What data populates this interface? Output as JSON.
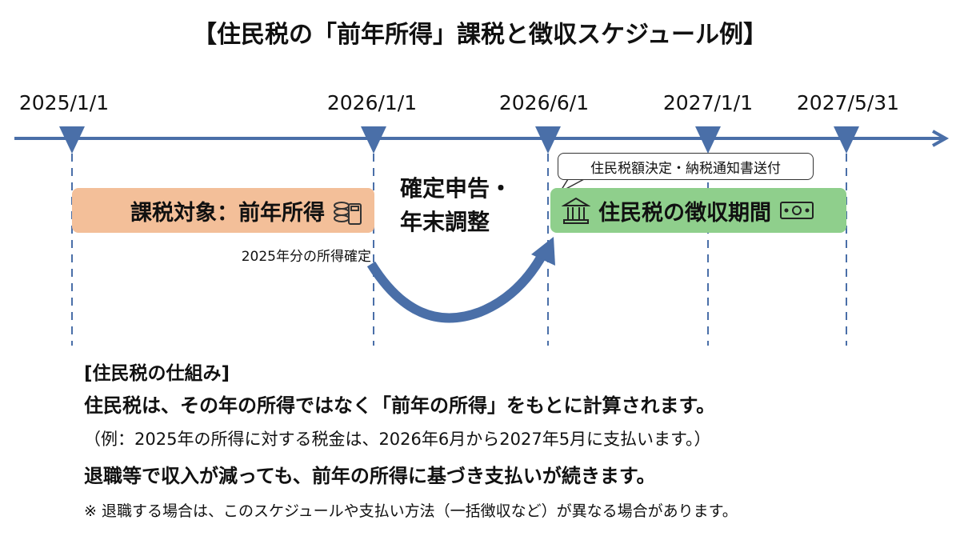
{
  "title": "【住民税の「前年所得」課税と徴収スケジュール例】",
  "timeline": {
    "dates": [
      "2025/1/1",
      "2026/1/1",
      "2026/6/1",
      "2027/1/1",
      "2027/5/31"
    ],
    "accent": "#4a6fa8"
  },
  "taxable_box": {
    "label": "課税対象：前年所得",
    "icon": "coins-calculator-icon",
    "color": "#f3bf99"
  },
  "income_fixed": "2025年分の所得確定",
  "procedure": {
    "line1": "確定申告・",
    "line2": "年末調整"
  },
  "callout": "住民税額決定・納税通知書送付",
  "collection_box": {
    "label": "住民税の徴収期間",
    "icon": "bank-icon",
    "icon2": "banknote-icon",
    "color": "#8fcf8c"
  },
  "explanation": {
    "heading": "[住民税の仕組み]",
    "line1": "住民税は、その年の所得ではなく「前年の所得」をもとに計算されます。",
    "line2": "（例：2025年の所得に対する税金は、2026年6月から2027年5月に支払います。）",
    "line3": "退職等で収入が減っても、前年の所得に基づき支払いが続きます。",
    "note": "※ 退職する場合は、このスケジュールや支払い方法（一括徴収など）が異なる場合があります。"
  }
}
